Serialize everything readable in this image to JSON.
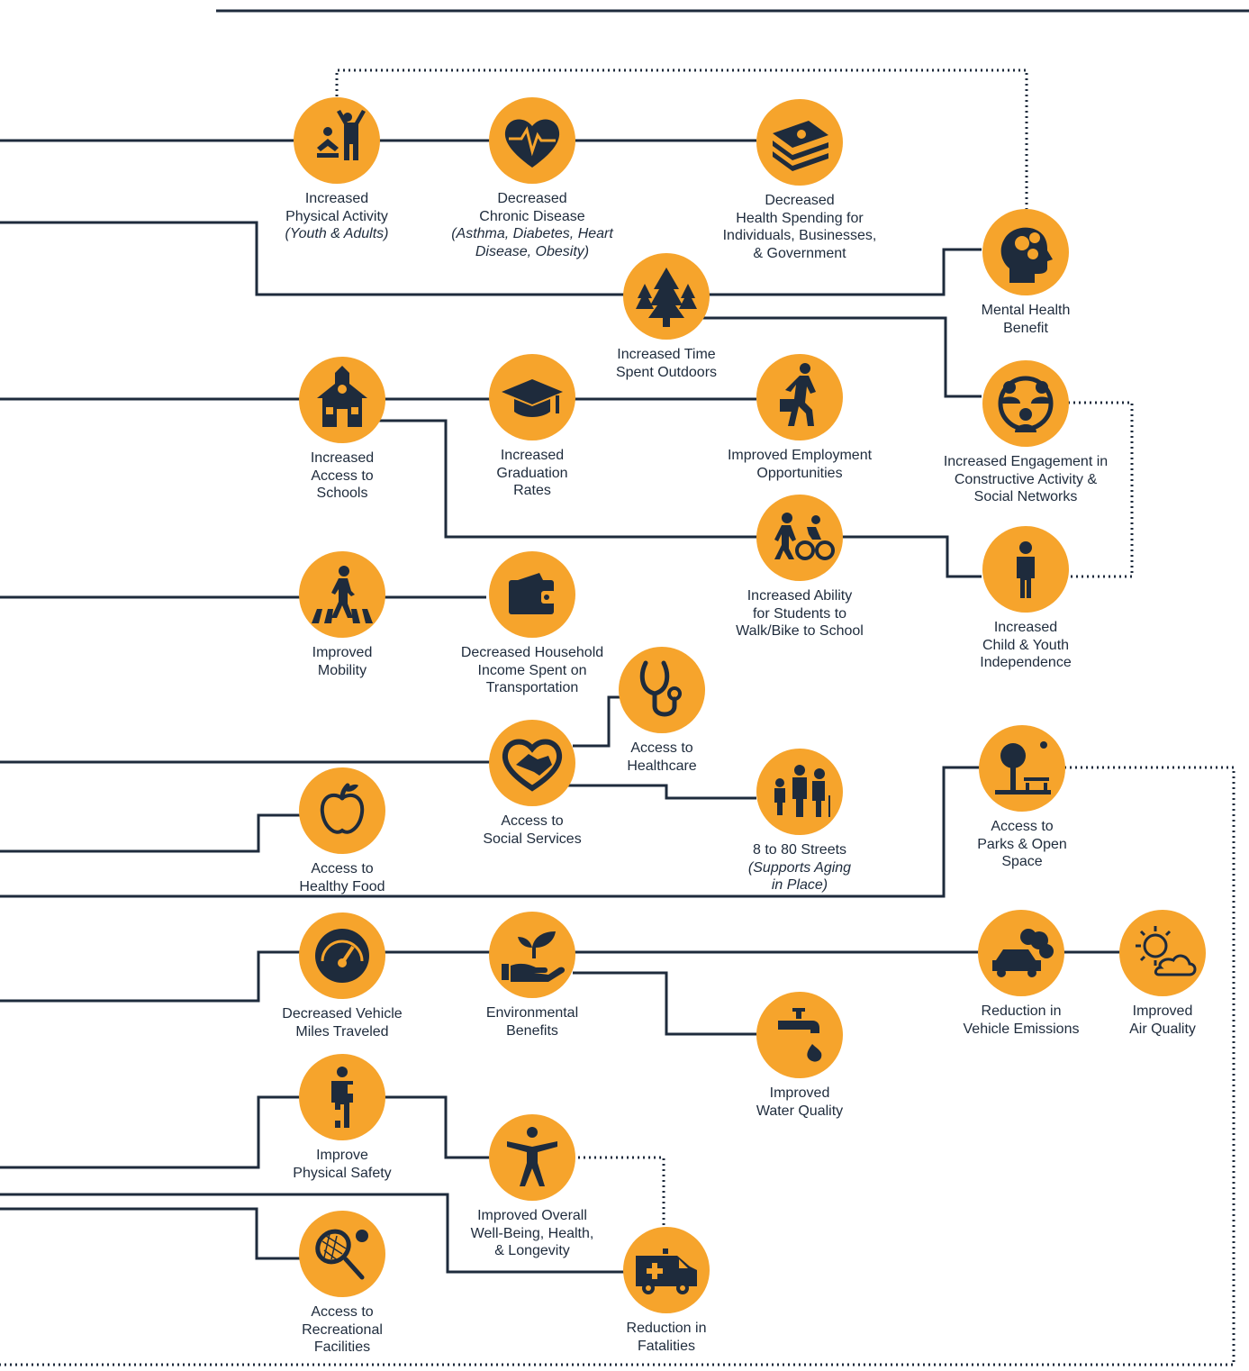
{
  "colors": {
    "node_fill": "#F6A42C",
    "line": "#1e2b3c",
    "text": "#1e2b3c",
    "background": "#ffffff"
  },
  "nodes": [
    {
      "id": "physical-activity",
      "label": "Increased\nPhysical Activity",
      "sub": "(Youth & Adults)",
      "icon": "exercise-icon"
    },
    {
      "id": "chronic-disease",
      "label": "Decreased\nChronic Disease",
      "sub": "(Asthma, Diabetes, Heart\nDisease, Obesity)",
      "icon": "heart-pulse-icon"
    },
    {
      "id": "health-spending",
      "label": "Decreased\nHealth Spending for\nIndividuals, Businesses,\n& Government",
      "sub": "",
      "icon": "money-stack-icon"
    },
    {
      "id": "mental-health",
      "label": "Mental Health\nBenefit",
      "sub": "",
      "icon": "head-gears-icon"
    },
    {
      "id": "time-outdoors",
      "label": "Increased Time\nSpent Outdoors",
      "sub": "",
      "icon": "trees-icon"
    },
    {
      "id": "access-schools",
      "label": "Increased\nAccess to\nSchools",
      "sub": "",
      "icon": "schoolhouse-icon"
    },
    {
      "id": "graduation",
      "label": "Increased\nGraduation\nRates",
      "sub": "",
      "icon": "graduation-cap-icon"
    },
    {
      "id": "employment",
      "label": "Improved Employment\nOpportunities",
      "sub": "",
      "icon": "walking-briefcase-icon"
    },
    {
      "id": "engagement",
      "label": "Increased Engagement in\nConstructive Activity &\nSocial Networks",
      "sub": "",
      "icon": "people-network-icon"
    },
    {
      "id": "walk-bike",
      "label": "Increased Ability\nfor Students to\nWalk/Bike to School",
      "sub": "",
      "icon": "walker-cyclist-icon"
    },
    {
      "id": "independence",
      "label": "Increased\nChild & Youth\nIndependence",
      "sub": "",
      "icon": "child-icon"
    },
    {
      "id": "mobility",
      "label": "Improved\nMobility",
      "sub": "",
      "icon": "crosswalk-icon"
    },
    {
      "id": "household-income",
      "label": "Decreased Household\nIncome Spent on\nTransportation",
      "sub": "",
      "icon": "wallet-icon"
    },
    {
      "id": "healthcare",
      "label": "Access to\nHealthcare",
      "sub": "",
      "icon": "stethoscope-icon"
    },
    {
      "id": "social-services",
      "label": "Access to\nSocial Services",
      "sub": "",
      "icon": "heart-handshake-icon"
    },
    {
      "id": "8-to-80",
      "label": "8 to 80 Streets",
      "sub": "(Supports Aging\nin Place)",
      "icon": "family-ages-icon"
    },
    {
      "id": "parks",
      "label": "Access to\nParks & Open\nSpace",
      "sub": "",
      "icon": "park-bench-icon"
    },
    {
      "id": "healthy-food",
      "label": "Access to\nHealthy Food",
      "sub": "",
      "icon": "apple-icon"
    },
    {
      "id": "vmt",
      "label": "Decreased Vehicle\nMiles Traveled",
      "sub": "",
      "icon": "speedometer-icon"
    },
    {
      "id": "environmental",
      "label": "Environmental\nBenefits",
      "sub": "",
      "icon": "hand-sprout-icon"
    },
    {
      "id": "vehicle-emissions",
      "label": "Reduction in\nVehicle Emissions",
      "sub": "",
      "icon": "car-exhaust-icon"
    },
    {
      "id": "air-quality",
      "label": "Improved\nAir Quality",
      "sub": "",
      "icon": "sun-cloud-icon"
    },
    {
      "id": "water-quality",
      "label": "Improved\nWater Quality",
      "sub": "",
      "icon": "faucet-drop-icon"
    },
    {
      "id": "physical-safety",
      "label": "Improve\nPhysical Safety",
      "sub": "",
      "icon": "injured-person-icon"
    },
    {
      "id": "well-being",
      "label": "Improved Overall\nWell-Being, Health,\n& Longevity",
      "sub": "",
      "icon": "vitruvian-person-icon"
    },
    {
      "id": "recreational",
      "label": "Access to\nRecreational\nFacilities",
      "sub": "",
      "icon": "tennis-racket-icon"
    },
    {
      "id": "fatalities",
      "label": "Reduction in\nFatalities",
      "sub": "",
      "icon": "ambulance-icon"
    }
  ]
}
